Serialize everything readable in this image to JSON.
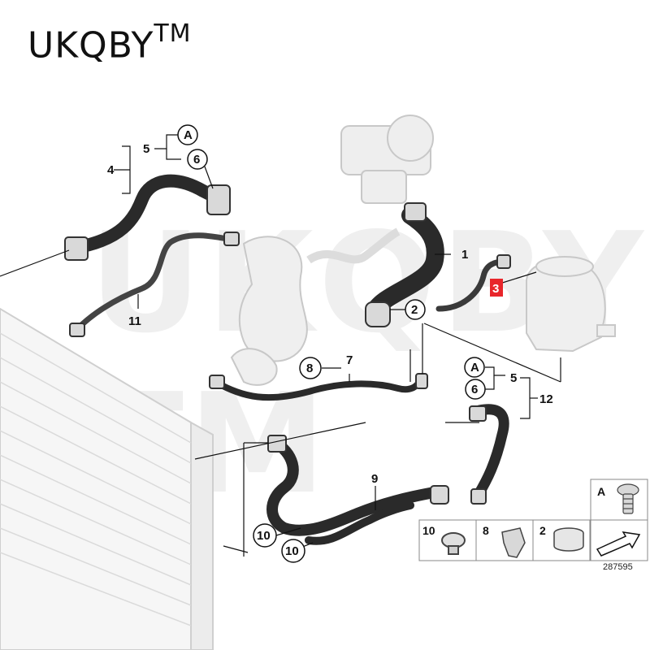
{
  "brand": "UKQBY",
  "brand_mark": "TM",
  "watermark": "UKQBY TM",
  "diagram_code": "287595",
  "callouts": {
    "c1": "1",
    "c2": "2",
    "c3": "3",
    "c4": "4",
    "c5a": "5",
    "c5b": "5",
    "c6a": "6",
    "c6b": "6",
    "c7": "7",
    "c8": "8",
    "c9": "9",
    "c10a": "10",
    "c10b": "10",
    "c11": "11",
    "c12": "12",
    "cAa": "A",
    "cAb": "A"
  },
  "legend": {
    "a": "A",
    "b": "10",
    "c": "8",
    "d": "2"
  },
  "colors": {
    "hose": "#2a2a2a",
    "ghost": "#c8c8c8",
    "highlight": "#e8262b",
    "line": "#111111"
  }
}
